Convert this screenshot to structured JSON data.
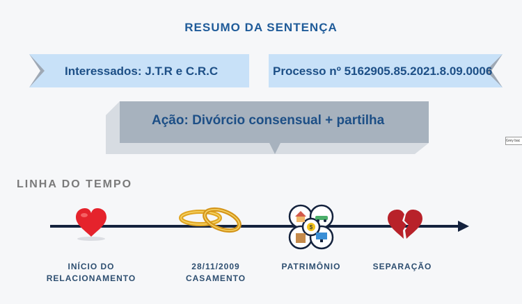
{
  "header": {
    "title": "RESUMO DA SENTENÇA"
  },
  "parties": {
    "label": "Interessados: J.T.R e C.R.C"
  },
  "process": {
    "label": "Processo nº 5162905.85.2021.8.09.0006"
  },
  "action": {
    "label": "Ação: Divórcio consensual + partilha"
  },
  "tooltip": {
    "text": "Grey bac"
  },
  "timeline": {
    "title": "LINHA DO TEMPO",
    "events": [
      {
        "line1": "INÍCIO DO",
        "line2": "RELACIONAMENTO",
        "icon": "heart-icon"
      },
      {
        "line1": "28/11/2009",
        "line2": "CASAMENTO",
        "icon": "wedding-rings-icon"
      },
      {
        "line1": "PATRIMÔNIO",
        "line2": "",
        "icon": "assets-icon"
      },
      {
        "line1": "SEPARAÇÃO",
        "line2": "",
        "icon": "broken-heart-icon"
      }
    ]
  },
  "colors": {
    "title": "#1f5b99",
    "banner_bg": "#c8e1f8",
    "action_bg": "#a7b2be",
    "timeline_line": "#14223d",
    "heart": "#e5232c",
    "broken_heart": "#b8222a",
    "ring_gold": "#e0a623"
  }
}
